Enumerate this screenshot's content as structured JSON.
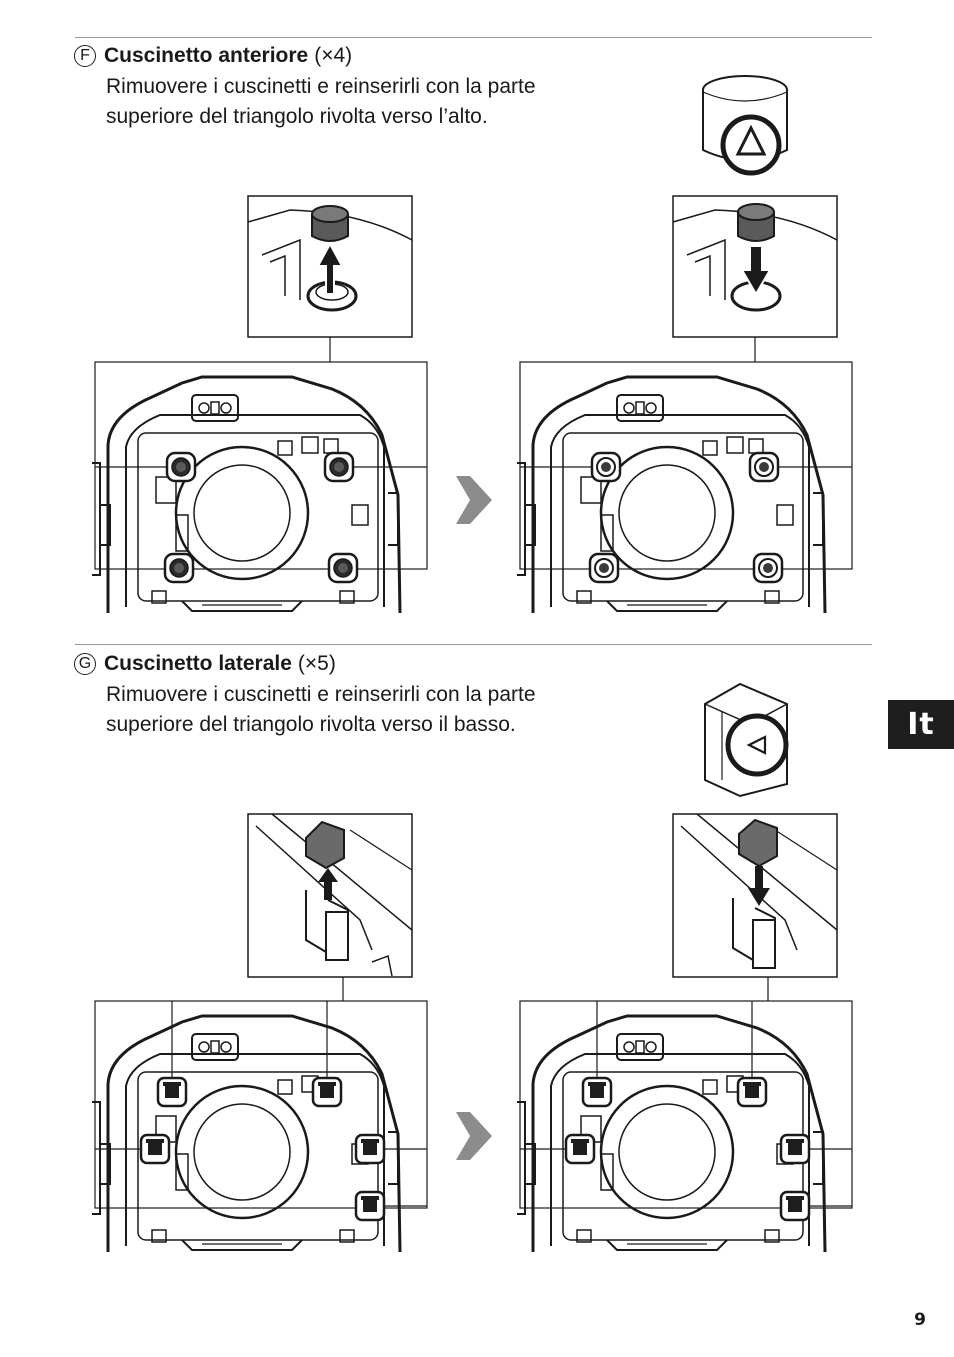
{
  "sections": [
    {
      "letter": "F",
      "title": "Cuscinetto anteriore",
      "count": "(×4)",
      "description": "Rimuovere i cuscinetti e reinserirli con la parte superiore del triangolo rivolta verso l’alto."
    },
    {
      "letter": "G",
      "title": "Cuscinetto laterale",
      "count": "(×5)",
      "description": "Rimuovere i cuscinetti e reinserirli con la parte superiore del triangolo rivolta verso il basso."
    }
  ],
  "language_tab": "It",
  "page_number": "9",
  "colors": {
    "ink": "#1a1a1a",
    "rule": "#9a9a9a",
    "tab_background": "#1e1e1e",
    "arrow_gray": "#8c8c8c",
    "cushion_dark": "#4a4a4a"
  },
  "icons": {
    "up_triangle": "triangle-up-icon",
    "down_triangle": "triangle-left-icon",
    "step_arrow": "right-arrow-icon"
  }
}
